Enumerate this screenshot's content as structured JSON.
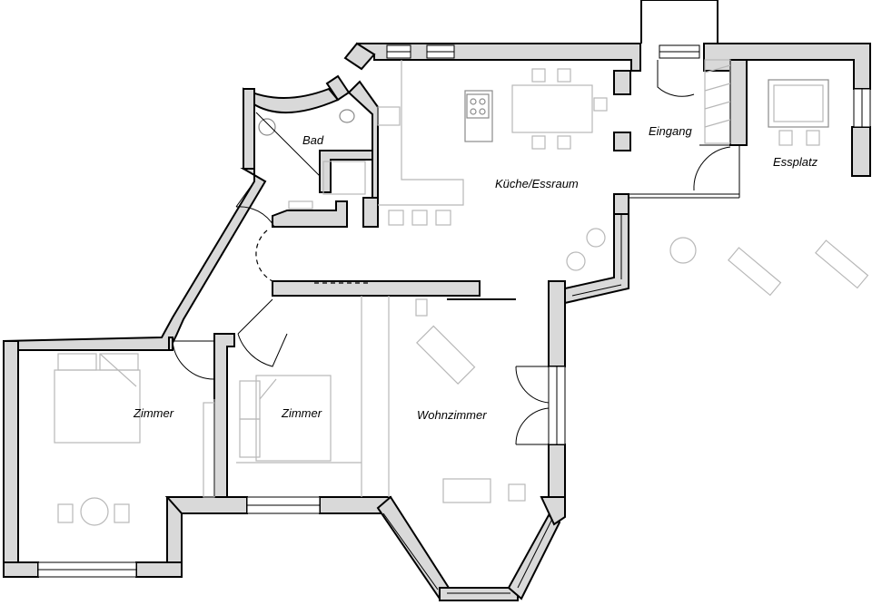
{
  "rooms": {
    "bad": "Bad",
    "kueche": "Küche/Essraum",
    "eingang": "Eingang",
    "essplatz": "Essplatz",
    "zimmer_left": "Zimmer",
    "zimmer_mid": "Zimmer",
    "wohnzimmer": "Wohnzimmer"
  },
  "colors": {
    "wall_fill": "#d9d9d9",
    "wall_stroke": "#000000",
    "furniture": "#b8b8b8"
  }
}
